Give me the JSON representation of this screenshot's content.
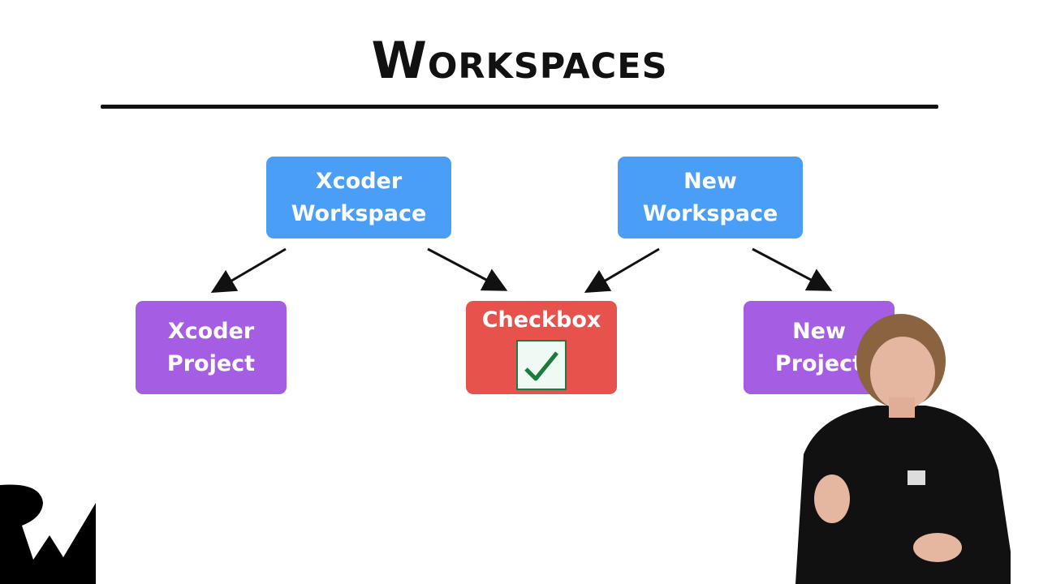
{
  "title": "Workspaces",
  "nodes": {
    "xcoder_workspace": "Xcoder Workspace",
    "new_workspace": "New Workspace",
    "xcoder_project": "Xcoder Project",
    "checkbox": "Checkbox",
    "new_project": "New Project"
  },
  "colors": {
    "workspace": "#4a9ef5",
    "project": "#a45de3",
    "shared": "#e8524d"
  }
}
